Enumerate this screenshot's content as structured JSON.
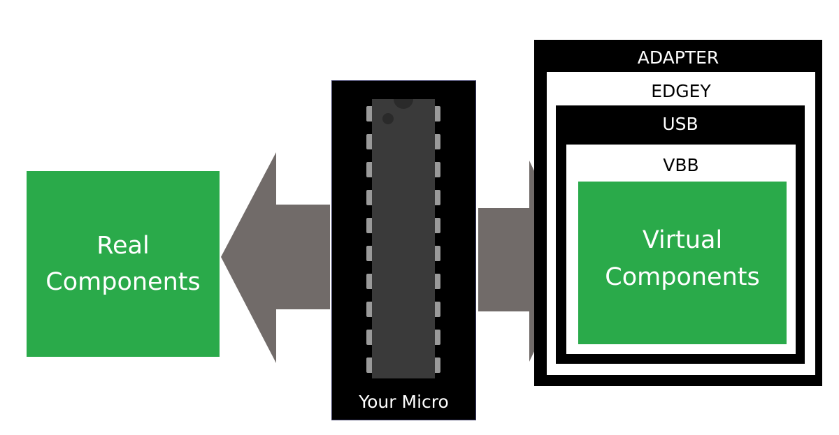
{
  "real_components": {
    "label": "Real\nComponents"
  },
  "micro": {
    "label": "Your Micro"
  },
  "adapter": {
    "label": "ADAPTER",
    "edgey": {
      "label": "EDGEY",
      "usb": {
        "label": "USB",
        "vbb": {
          "label": "VBB",
          "virtual_components": {
            "label": "Virtual\nComponents"
          }
        }
      }
    }
  },
  "colors": {
    "component_green": "#2aaa4a",
    "arrow_gray": "#716b69",
    "chip_body": "#3a3a3a",
    "chip_pins": "#9a9a9a"
  }
}
